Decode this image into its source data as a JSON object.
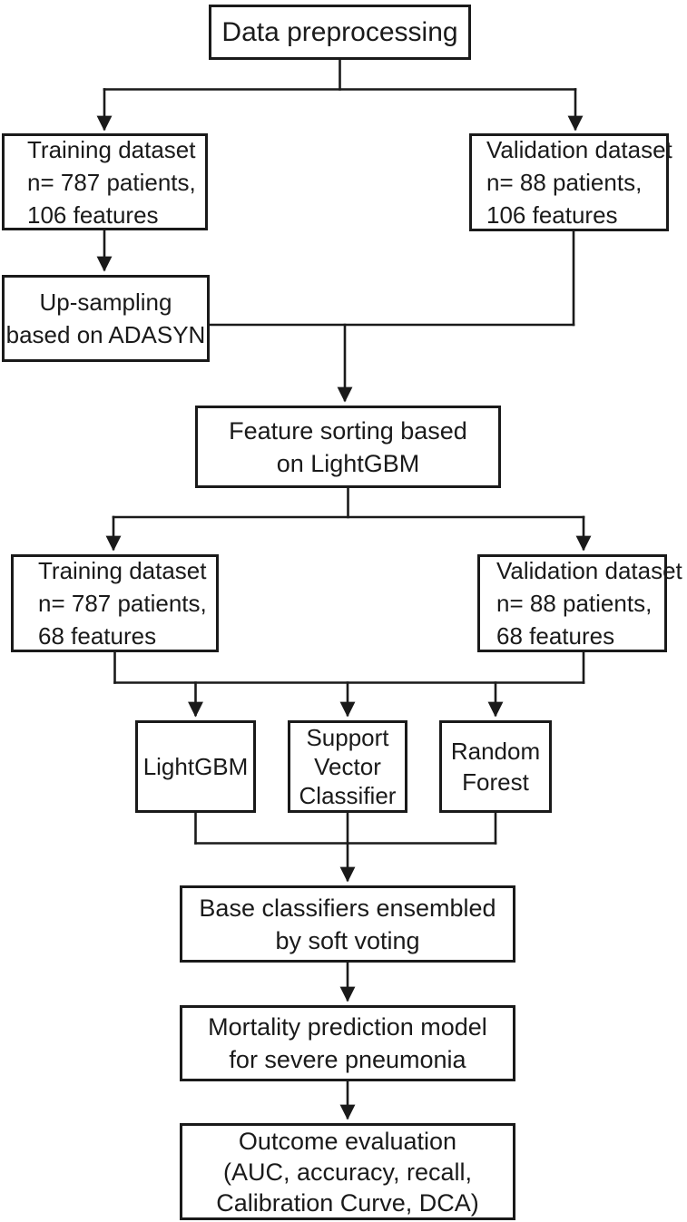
{
  "colors": {
    "background": "#ffffff",
    "line": "#1a1a1a",
    "text": "#1a1a1a"
  },
  "nodes": {
    "data_preprocessing": {
      "lines": [
        "Data preprocessing"
      ]
    },
    "training_dataset_initial": {
      "lines": [
        "Training dataset",
        "n= 787 patients,",
        "106 features"
      ]
    },
    "validation_dataset_initial": {
      "lines": [
        "Validation dataset",
        "n= 88 patients,",
        "106 features"
      ]
    },
    "upsampling": {
      "lines": [
        "Up-sampling",
        "based on ADASYN"
      ]
    },
    "feature_sorting": {
      "lines": [
        "Feature sorting based",
        "on LightGBM"
      ]
    },
    "training_dataset_selected": {
      "lines": [
        "Training dataset",
        "n= 787 patients,",
        "68 features"
      ]
    },
    "validation_dataset_selected": {
      "lines": [
        "Validation dataset",
        "n= 88 patients,",
        "68 features"
      ]
    },
    "lightgbm": {
      "lines": [
        "LightGBM"
      ]
    },
    "support_vector_classifier": {
      "lines": [
        "Support",
        "Vector",
        "Classifier"
      ]
    },
    "random_forest": {
      "lines": [
        "Random",
        "Forest"
      ]
    },
    "ensemble": {
      "lines": [
        "Base classifiers ensembled",
        "by soft voting"
      ]
    },
    "mortality_model": {
      "lines": [
        "Mortality prediction model",
        "for severe pneumonia"
      ]
    },
    "outcome_evaluation": {
      "lines": [
        "Outcome evaluation",
        "(AUC, accuracy, recall,",
        "Calibration Curve, DCA)"
      ]
    }
  },
  "edges": [
    {
      "from": "data_preprocessing",
      "to": "training_dataset_initial"
    },
    {
      "from": "data_preprocessing",
      "to": "validation_dataset_initial"
    },
    {
      "from": "training_dataset_initial",
      "to": "upsampling"
    },
    {
      "from": "upsampling",
      "to": "feature_sorting"
    },
    {
      "from": "validation_dataset_initial",
      "to": "feature_sorting"
    },
    {
      "from": "feature_sorting",
      "to": "training_dataset_selected"
    },
    {
      "from": "feature_sorting",
      "to": "validation_dataset_selected"
    },
    {
      "from": "training_dataset_selected",
      "to": "lightgbm"
    },
    {
      "from": "training_dataset_selected",
      "to": "support_vector_classifier"
    },
    {
      "from": "training_dataset_selected",
      "to": "random_forest"
    },
    {
      "from": "validation_dataset_selected",
      "to": "lightgbm"
    },
    {
      "from": "validation_dataset_selected",
      "to": "support_vector_classifier"
    },
    {
      "from": "validation_dataset_selected",
      "to": "random_forest"
    },
    {
      "from": "lightgbm",
      "to": "ensemble"
    },
    {
      "from": "support_vector_classifier",
      "to": "ensemble"
    },
    {
      "from": "random_forest",
      "to": "ensemble"
    },
    {
      "from": "ensemble",
      "to": "mortality_model"
    },
    {
      "from": "mortality_model",
      "to": "outcome_evaluation"
    }
  ]
}
